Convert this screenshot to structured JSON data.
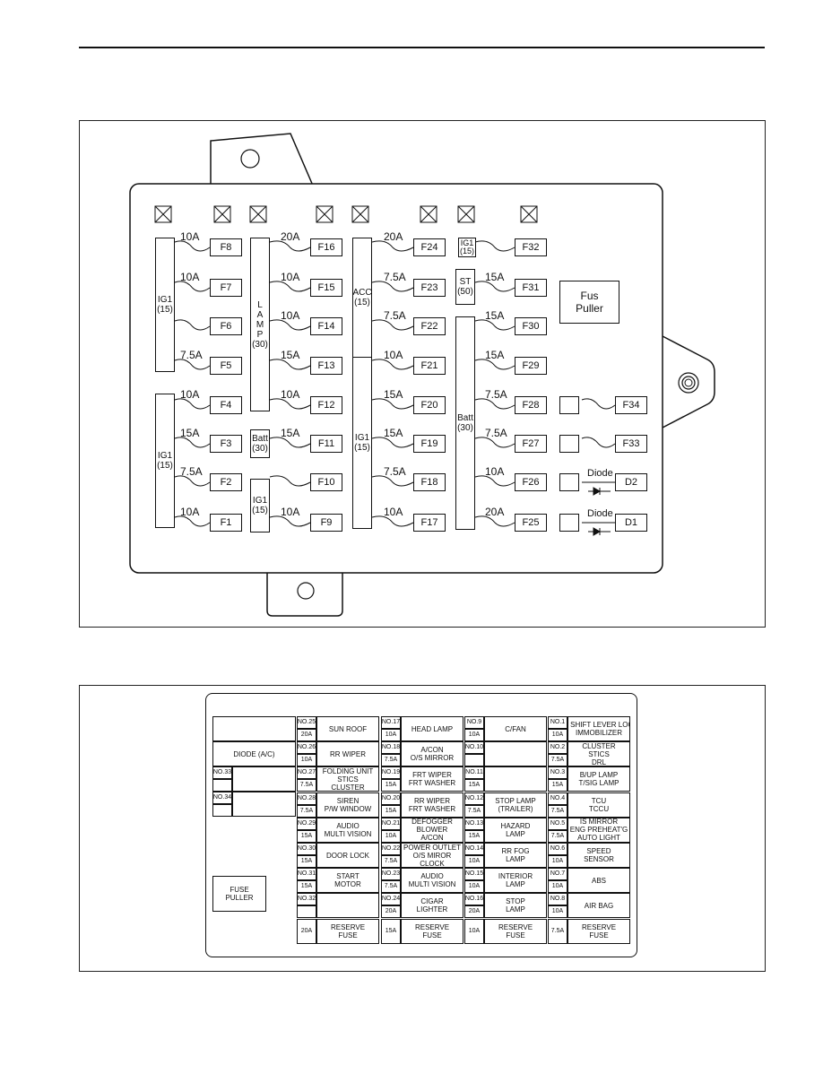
{
  "relays": [
    {
      "id": "r_ig1_top",
      "label": "IG1\n(15)"
    },
    {
      "id": "r_ig1_bot",
      "label": "IG1\n(15)"
    },
    {
      "id": "r_lamp",
      "label": "L\nA\nM\nP\n(30)"
    },
    {
      "id": "r_batt_small",
      "label": "Batt\n(30)"
    },
    {
      "id": "r_ig1_small",
      "label": "IG1\n(15)"
    },
    {
      "id": "r_acc",
      "label": "ACC\n(15)"
    },
    {
      "id": "r_ig1_mid",
      "label": "IG1\n(15)"
    },
    {
      "id": "r_ig1_tiny",
      "label": "IG1\n(15)"
    },
    {
      "id": "r_st",
      "label": "ST\n(50)"
    },
    {
      "id": "r_batt_big",
      "label": "Batt\n(30)"
    }
  ],
  "fus_puller_label": "Fus\nPuller",
  "diode_label": "Diode",
  "fuses": [
    {
      "label": "F8",
      "amp": "10A"
    },
    {
      "label": "F7",
      "amp": "10A"
    },
    {
      "label": "F6",
      "amp": ""
    },
    {
      "label": "F5",
      "amp": "7.5A"
    },
    {
      "label": "F4",
      "amp": "10A"
    },
    {
      "label": "F3",
      "amp": "15A"
    },
    {
      "label": "F2",
      "amp": "7.5A"
    },
    {
      "label": "F1",
      "amp": "10A"
    },
    {
      "label": "F16",
      "amp": "20A"
    },
    {
      "label": "F15",
      "amp": "10A"
    },
    {
      "label": "F14",
      "amp": "10A"
    },
    {
      "label": "F13",
      "amp": "15A"
    },
    {
      "label": "F12",
      "amp": "10A"
    },
    {
      "label": "F11",
      "amp": "15A"
    },
    {
      "label": "F10",
      "amp": ""
    },
    {
      "label": "F9",
      "amp": "10A"
    },
    {
      "label": "F24",
      "amp": "20A"
    },
    {
      "label": "F23",
      "amp": "7.5A"
    },
    {
      "label": "F22",
      "amp": "7.5A"
    },
    {
      "label": "F21",
      "amp": "10A"
    },
    {
      "label": "F20",
      "amp": "15A"
    },
    {
      "label": "F19",
      "amp": "15A"
    },
    {
      "label": "F18",
      "amp": "7.5A"
    },
    {
      "label": "F17",
      "amp": "10A"
    },
    {
      "label": "F32",
      "amp": ""
    },
    {
      "label": "F31",
      "amp": "15A"
    },
    {
      "label": "F30",
      "amp": "15A"
    },
    {
      "label": "F29",
      "amp": "15A"
    },
    {
      "label": "F28",
      "amp": "7.5A"
    },
    {
      "label": "F27",
      "amp": "7.5A"
    },
    {
      "label": "F26",
      "amp": "10A"
    },
    {
      "label": "F25",
      "amp": "20A"
    },
    {
      "label": "F34",
      "amp": ""
    },
    {
      "label": "F33",
      "amp": ""
    },
    {
      "label": "D2",
      "amp": ""
    },
    {
      "label": "D1",
      "amp": ""
    }
  ],
  "table": {
    "left": {
      "diode": "DIODE (A/C)",
      "no33": "NO.33",
      "no34": "NO.34",
      "fuse_puller": "FUSE\nPULLER"
    },
    "columns": [
      [
        {
          "no": "NO.25",
          "amp": "20A",
          "name": "SUN ROOF"
        },
        {
          "no": "NO.26",
          "amp": "10A",
          "name": "RR WIPER"
        },
        {
          "no": "NO.27",
          "amp": "7.5A",
          "name": "FOLDING UNIT\nSTICS\nCLUSTER"
        },
        {
          "no": "NO.28",
          "amp": "7.5A",
          "name": "SIREN\nP/W WINDOW"
        },
        {
          "no": "NO.29",
          "amp": "15A",
          "name": "AUDIO\nMULTI VISION"
        },
        {
          "no": "NO.30",
          "amp": "15A",
          "name": "DOOR LOCK"
        },
        {
          "no": "NO.31",
          "amp": "15A",
          "name": "START\nMOTOR"
        },
        {
          "no": "NO.32",
          "amp": "",
          "name": ""
        },
        {
          "no": "",
          "amp": "20A",
          "name": "RESERVE\nFUSE"
        }
      ],
      [
        {
          "no": "NO.17",
          "amp": "10A",
          "name": "HEAD LAMP"
        },
        {
          "no": "NO.18",
          "amp": "7.5A",
          "name": "A/CON\nO/S MIRROR"
        },
        {
          "no": "NO.19",
          "amp": "15A",
          "name": "FRT WIPER\nFRT WASHER"
        },
        {
          "no": "NO.20",
          "amp": "15A",
          "name": "RR WIPER\nFRT WASHER"
        },
        {
          "no": "NO.21",
          "amp": "10A",
          "name": "DEFOGGER\nBLOWER\nA/CON"
        },
        {
          "no": "NO.22",
          "amp": "7.5A",
          "name": "POWER OUTLET\nO/S MIROR\nCLOCK"
        },
        {
          "no": "NO.23",
          "amp": "7.5A",
          "name": "AUDIO\nMULTI VISION"
        },
        {
          "no": "NO.24",
          "amp": "20A",
          "name": "CIGAR\nLIGHTER"
        },
        {
          "no": "",
          "amp": "15A",
          "name": "RESERVE\nFUSE"
        }
      ],
      [
        {
          "no": "NO.9",
          "amp": "10A",
          "name": "C/FAN"
        },
        {
          "no": "NO.10",
          "amp": "",
          "name": ""
        },
        {
          "no": "NO.11",
          "amp": "15A",
          "name": ""
        },
        {
          "no": "NO.12",
          "amp": "7.5A",
          "name": "STOP LAMP\n(TRAILER)"
        },
        {
          "no": "NO.13",
          "amp": "15A",
          "name": "HAZARD\nLAMP"
        },
        {
          "no": "NO.14",
          "amp": "10A",
          "name": "RR FOG\nLAMP"
        },
        {
          "no": "NO.15",
          "amp": "10A",
          "name": "INTERIOR\nLAMP"
        },
        {
          "no": "NO.16",
          "amp": "20A",
          "name": "STOP\nLAMP"
        },
        {
          "no": "",
          "amp": "10A",
          "name": "RESERVE\nFUSE"
        }
      ],
      [
        {
          "no": "NO.1",
          "amp": "10A",
          "name": "AT SHIFT LEVER LOCK\nIMMOBILIZER"
        },
        {
          "no": "NO.2",
          "amp": "7.5A",
          "name": "CLUSTER\nSTICS\nDRL"
        },
        {
          "no": "NO.3",
          "amp": "15A",
          "name": "B/UP LAMP\nT/SIG LAMP"
        },
        {
          "no": "NO.4",
          "amp": "7.5A",
          "name": "TCU\nTCCU"
        },
        {
          "no": "NO.5",
          "amp": "7.5A",
          "name": "IS MIRROR\nENG PREHEAT'G\nAUTO LIGHT"
        },
        {
          "no": "NO.6",
          "amp": "10A",
          "name": "SPEED\nSENSOR"
        },
        {
          "no": "NO.7",
          "amp": "10A",
          "name": "ABS"
        },
        {
          "no": "NO.8",
          "amp": "10A",
          "name": "AIR BAG"
        },
        {
          "no": "",
          "amp": "7.5A",
          "name": "RESERVE\nFUSE"
        }
      ]
    ]
  }
}
